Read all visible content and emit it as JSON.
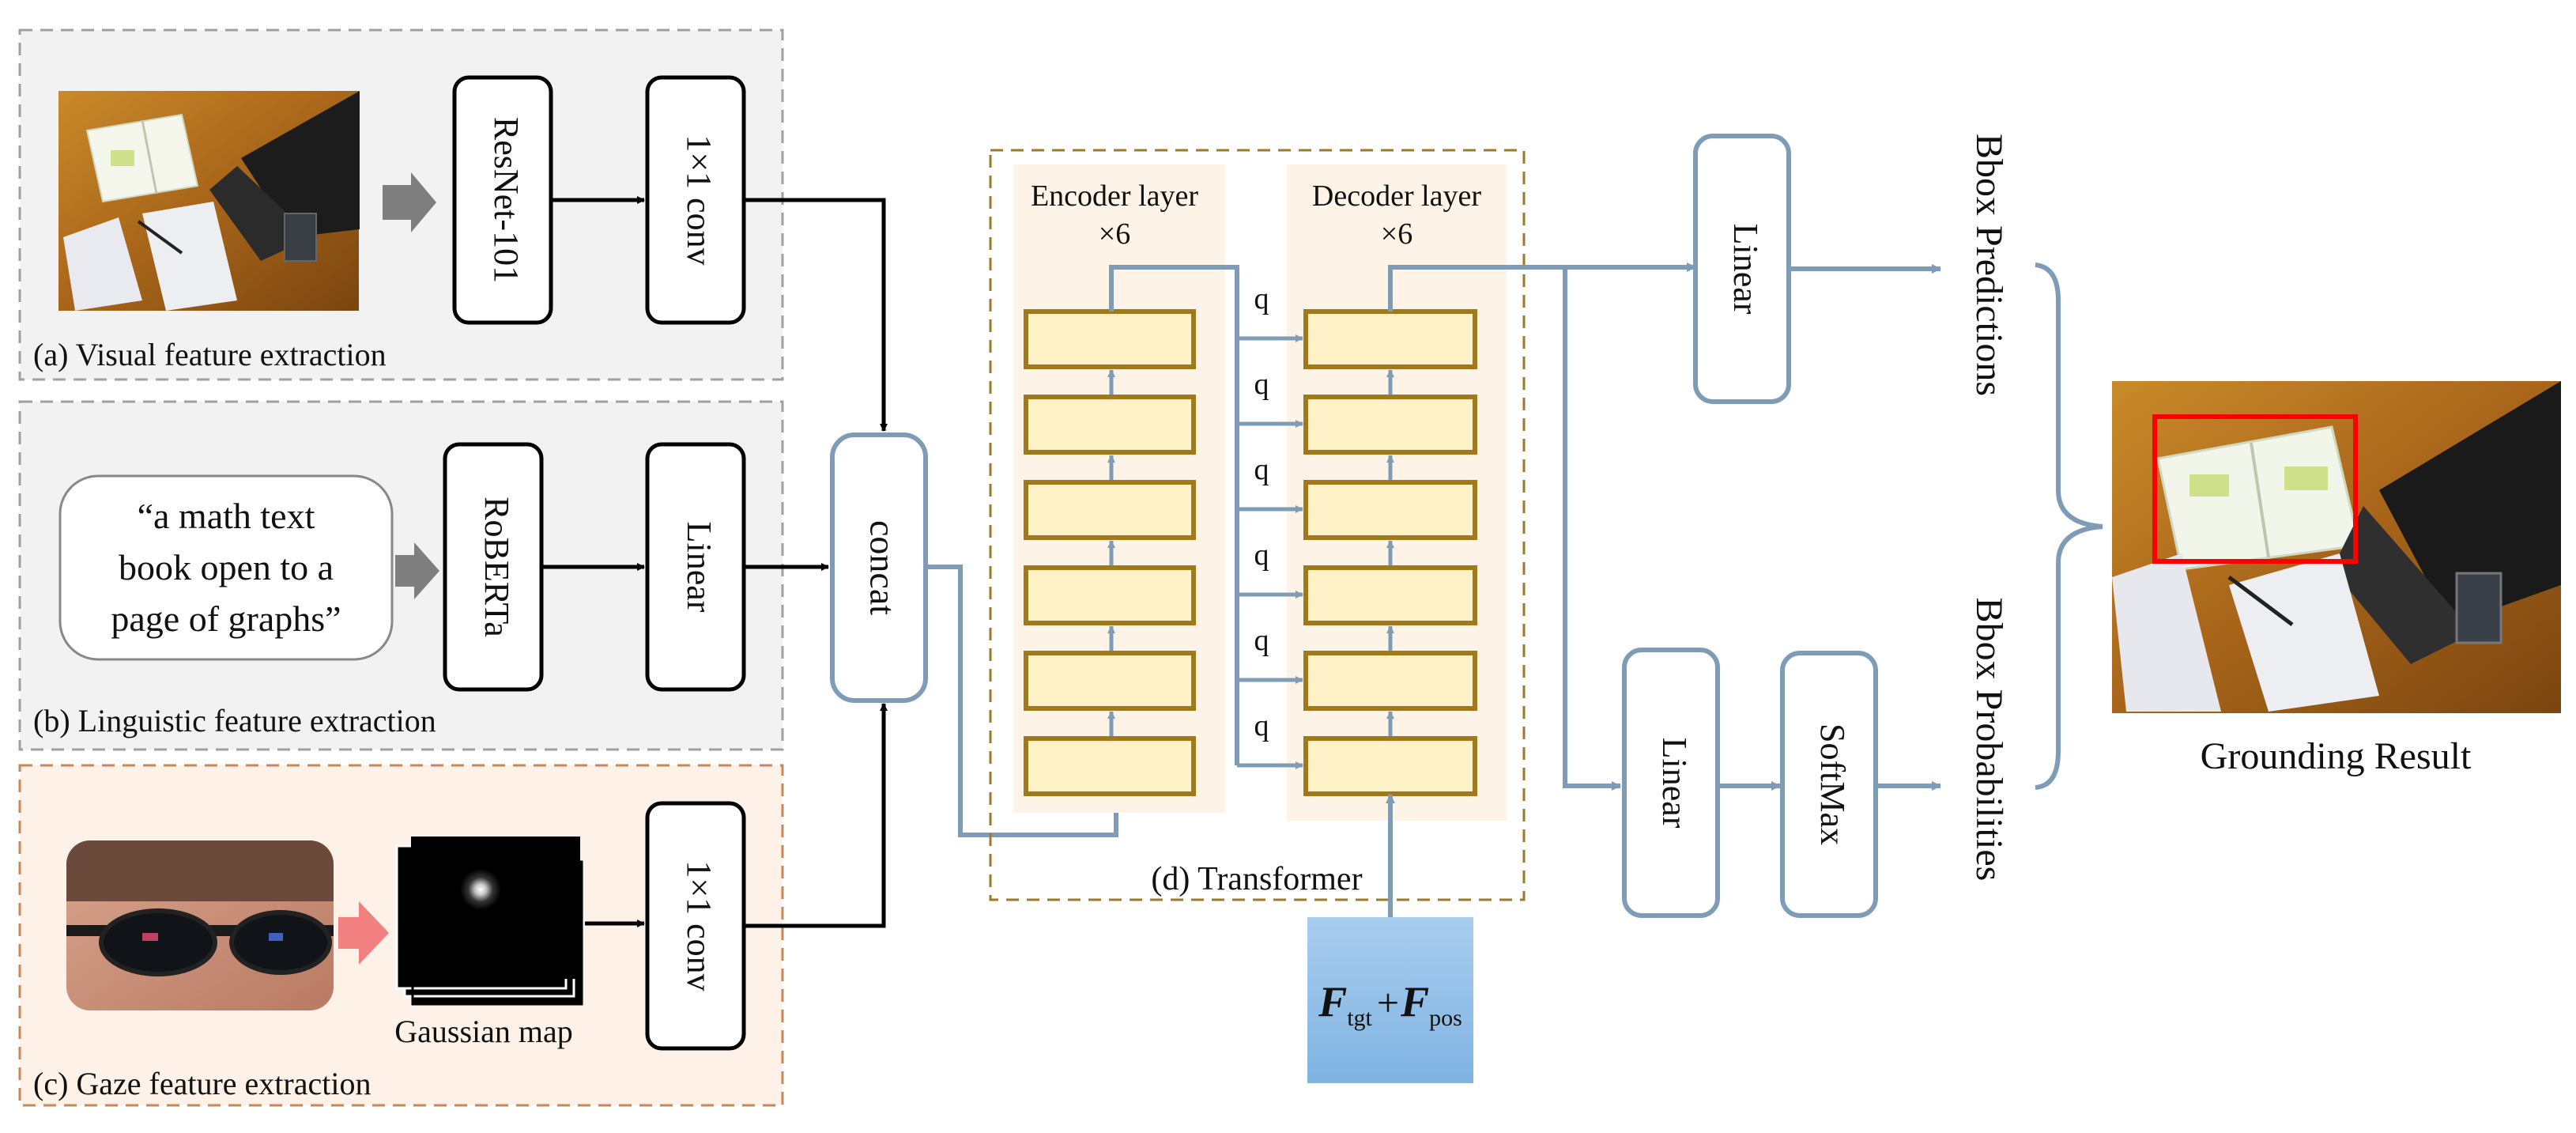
{
  "panels": {
    "visual": {
      "label": "(a) Visual feature extraction",
      "backbone": "ResNet-101",
      "proj": "1×1 conv"
    },
    "linguistic": {
      "label": "(b) Linguistic feature extraction",
      "query_line1": "“a math text",
      "query_line2": "book open to a",
      "query_line3": "page of graphs”",
      "backbone": "RoBERTa",
      "proj": "Linear"
    },
    "gaze": {
      "label": "(c) Gaze feature extraction",
      "gaussian_label": "Gaussian map",
      "proj": "1×1 conv"
    }
  },
  "concat": "concat",
  "transformer": {
    "label": "(d) Transformer",
    "encoder_line1": "Encoder layer",
    "encoder_line2": "×6",
    "decoder_line1": "Decoder layer",
    "decoder_line2": "×6",
    "query_label": "q"
  },
  "decoder_input": {
    "f1": "F",
    "f1_sub": "tgt",
    "plus": "+",
    "f2": "F",
    "f2_sub": "pos"
  },
  "heads": {
    "bbox_linear": "Linear",
    "prob_linear": "Linear",
    "softmax": "SoftMax",
    "bbox_predictions": "Bbox Predictions",
    "bbox_probabilities": "Bbox Probabilities"
  },
  "result": {
    "label": "Grounding Result"
  },
  "colors": {
    "panel_gray": "#f2f2f2",
    "panel_orange": "#fdf1e8",
    "arrow_blue": "#7f9cb6",
    "layer_fill": "#fff2c8",
    "layer_stroke": "#a07a1a",
    "transformer_border": "#9a7b28",
    "query_box": "#8dbde6",
    "highlight_red": "#ff0000"
  }
}
